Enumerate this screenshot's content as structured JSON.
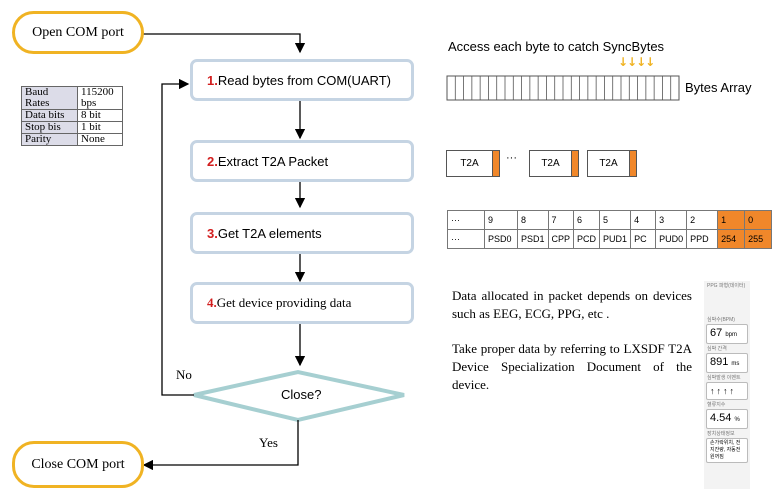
{
  "flow": {
    "open_label": "Open COM port",
    "close_label": "Close COM port",
    "steps": [
      {
        "num": "1.",
        "text": "Read bytes from COM(UART)"
      },
      {
        "num": "2.",
        "text": "Extract T2A Packet"
      },
      {
        "num": "3.",
        "text": "Get T2A elements"
      },
      {
        "num": "4.",
        "text": "Get device providing data"
      }
    ],
    "decision": "Close?",
    "no_label": "No",
    "yes_label": "Yes"
  },
  "config_table": [
    {
      "key": "Baud Rates",
      "value": "115200 bps"
    },
    {
      "key": "Data bits",
      "value": "8 bit"
    },
    {
      "key": "Stop bis",
      "value": "1 bit"
    },
    {
      "key": "Parity",
      "value": "None"
    }
  ],
  "bytes_panel": {
    "caption": "Access each byte to catch SyncBytes",
    "array_label": "Bytes Array",
    "arrow_glyphs": "↓↓↓↓",
    "arrow_color": "#f0b323"
  },
  "packets": {
    "label": "T2A",
    "ellipsis": "···"
  },
  "elements_table": {
    "indices": [
      "···",
      "9",
      "8",
      "7",
      "6",
      "5",
      "4",
      "3",
      "2",
      "1",
      "0"
    ],
    "names": [
      "···",
      "PSD0",
      "PSD1",
      "CPP",
      "PCD",
      "PUD1",
      "PC",
      "PUD0",
      "PPD",
      "254",
      "255"
    ]
  },
  "description": {
    "para1": "Data allocated in packet depends on devices such as EEG, ECG, PPG, etc .",
    "para2": "Take proper data by referring to LXSDF T2A Device Specialization Document of the device."
  },
  "phone": {
    "cap1": "PPG 파형(데이터)",
    "cap2": "심박수(BPM)",
    "heart_rate": "67",
    "heart_unit": "bpm",
    "cap3": "심박 간격",
    "interval": "891",
    "interval_unit": "ms",
    "cap4": "심박발생 이벤트",
    "cap5": "혈류지수",
    "index": "4.54",
    "index_unit": "%",
    "cap6": "장치상태정보",
    "status": "손가락위치, 전지잔량, 자동전원꺼짐"
  },
  "colors": {
    "terminal_border": "#f0b323",
    "step_border": "#c5d4e3",
    "step_number": "#d21d1d",
    "accent_orange": "#f0872a"
  }
}
